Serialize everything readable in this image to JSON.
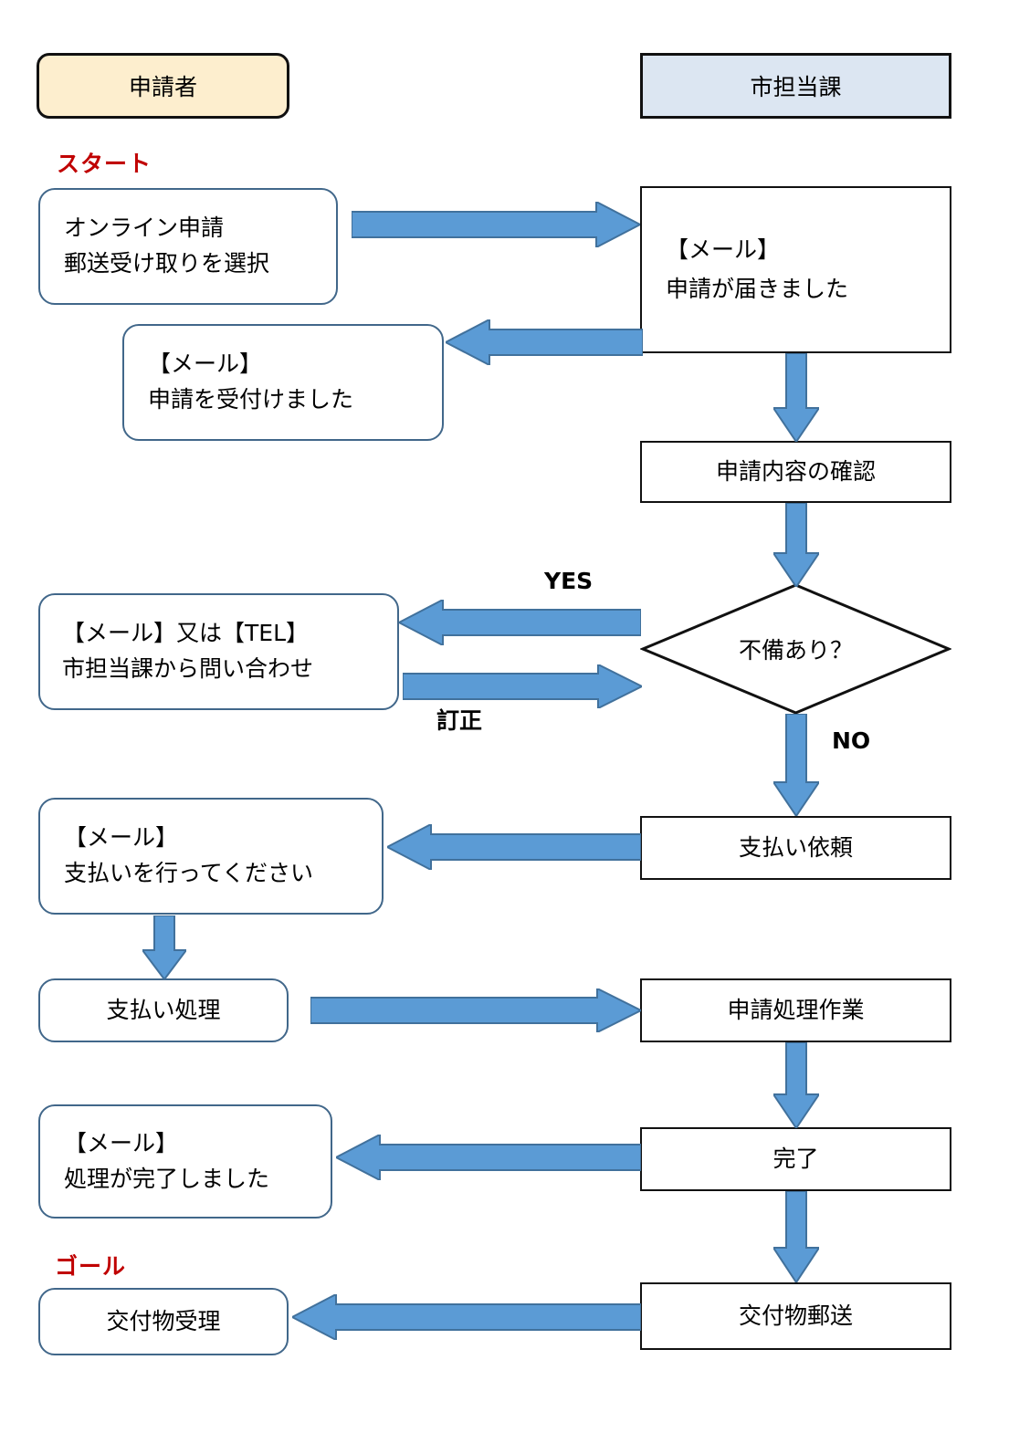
{
  "diagram": {
    "title_left_lane": "申請者",
    "title_right_lane": "市担当課",
    "markers": {
      "start": "スタート",
      "goal": "ゴール"
    },
    "colors": {
      "arrow_fill": "#5b9bd5",
      "arrow_stroke": "#41719c",
      "applicant_header_fill": "#fdeece",
      "dept_header_fill": "#dce6f2",
      "rounded_box_border": "#41678a",
      "square_box_border": "#111111",
      "marker_red": "#c00000"
    },
    "nodes": {
      "applicant": [
        {
          "id": "online-application",
          "lines": [
            "オンライン申請",
            "郵送受け取りを選択"
          ]
        },
        {
          "id": "mail-application-accepted",
          "lines": [
            "【メール】",
            "申請を受付けました"
          ]
        },
        {
          "id": "mail-or-tel-inquiry",
          "lines": [
            "【メール】又は【TEL】",
            "市担当課から問い合わせ"
          ]
        },
        {
          "id": "mail-please-pay",
          "lines": [
            "【メール】",
            "支払いを行ってください"
          ]
        },
        {
          "id": "payment-processing",
          "lines": [
            "支払い処理"
          ]
        },
        {
          "id": "mail-processing-complete",
          "lines": [
            "【メール】",
            "処理が完了しました"
          ]
        },
        {
          "id": "receive-deliverable",
          "lines": [
            "交付物受理"
          ]
        }
      ],
      "department": [
        {
          "id": "mail-application-arrived",
          "lines": [
            "【メール】",
            "申請が届きました"
          ]
        },
        {
          "id": "check-application-contents",
          "lines": [
            "申請内容の確認"
          ]
        },
        {
          "id": "has-defect-decision",
          "lines": [
            "不備あり？"
          ],
          "shape": "diamond"
        },
        {
          "id": "payment-request",
          "lines": [
            "支払い依頼"
          ]
        },
        {
          "id": "application-processing-work",
          "lines": [
            "申請処理作業"
          ]
        },
        {
          "id": "completed",
          "lines": [
            "完了"
          ]
        },
        {
          "id": "mail-deliverable",
          "lines": [
            "交付物郵送"
          ]
        }
      ]
    },
    "edge_labels": {
      "yes": "YES",
      "no": "NO",
      "correction": "訂正"
    }
  }
}
